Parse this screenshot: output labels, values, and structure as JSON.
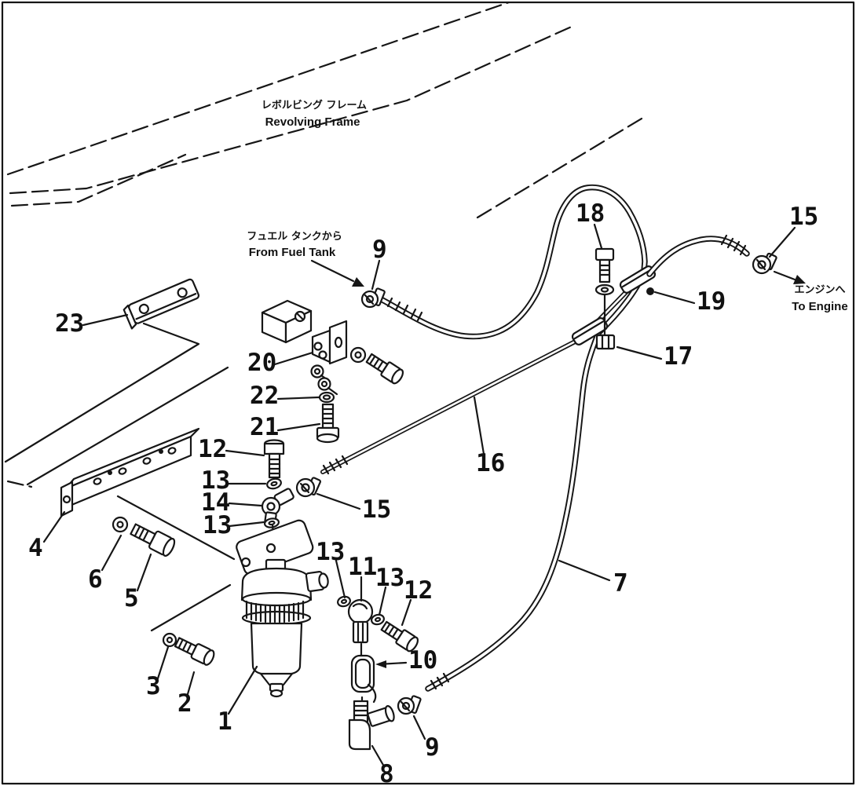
{
  "figure": {
    "background": "#ffffff",
    "line_color": "#161616",
    "border_color": "#161616"
  },
  "annotations": {
    "revolving_frame": {
      "jp": "レボルビング フレーム",
      "en": "Revolving Frame"
    },
    "from_fuel_tank": {
      "jp": "フュエル タンクから",
      "en": "From Fuel Tank"
    },
    "to_engine": {
      "jp": "エンジンへ",
      "en": "To Engine"
    }
  },
  "callouts": [
    "23",
    "20",
    "22",
    "21",
    "12",
    "13",
    "14",
    "13",
    "9",
    "18",
    "15",
    "19",
    "17",
    "16",
    "15",
    "4",
    "6",
    "5",
    "3",
    "2",
    "1",
    "13",
    "11",
    "13",
    "12",
    "10",
    "8",
    "9",
    "7"
  ]
}
